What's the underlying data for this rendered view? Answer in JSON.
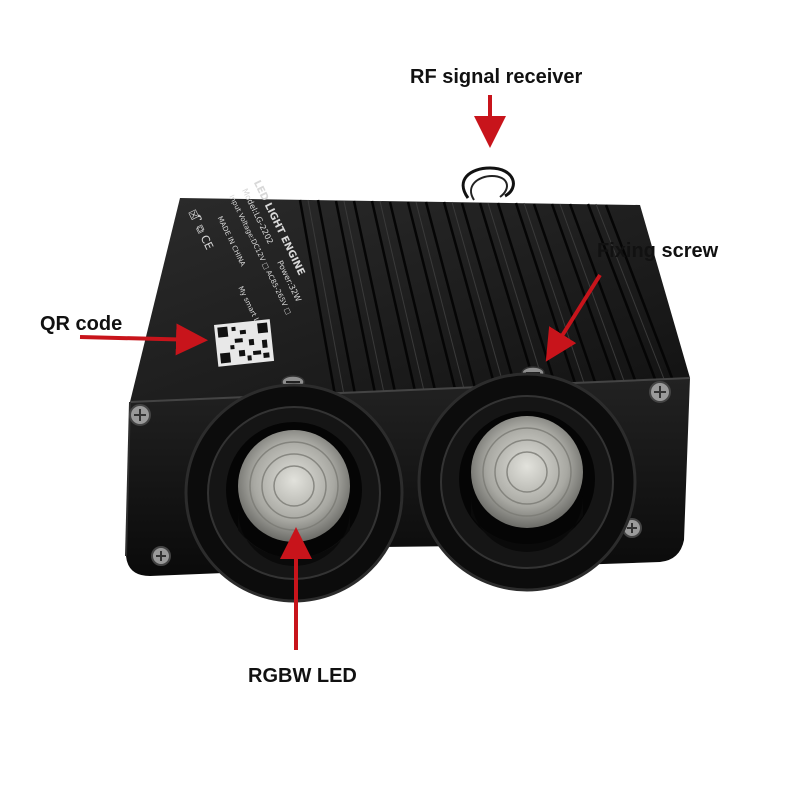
{
  "callouts": {
    "rf_receiver": "RF signal receiver",
    "fixing_screw": "Fixing screw",
    "qr_code": "QR code",
    "rgbw_led": "RGBW LED"
  },
  "device_label": {
    "title": "LED LIGHT ENGINE",
    "model": "Model:LG-2202",
    "power": "Power:32W",
    "voltage": "Input Voltage:DC12V □ AC85-265V □",
    "origin": "MADE IN CHINA",
    "brand": "My smart LED",
    "marks": "☒ ົ ⧉ CE"
  },
  "colors": {
    "arrow": "#c8141b",
    "body": "#1a1a1a",
    "fins": "#2a2a2a",
    "lens_ring": "#0e0e0e",
    "led": "#b9b9b3"
  }
}
